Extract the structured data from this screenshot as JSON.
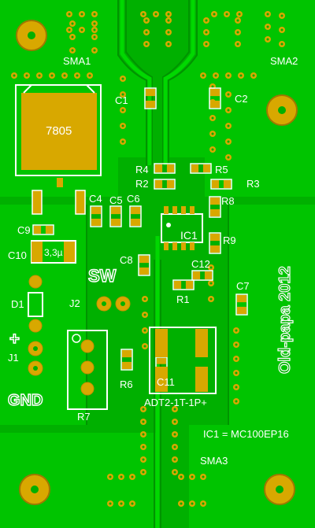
{
  "labels": {
    "sma1": "SMA1",
    "sma2": "SMA2",
    "sma3": "SMA3",
    "reg": "7805",
    "c1a": "C1",
    "c2": "C2",
    "r4": "R4",
    "r5": "R5",
    "r2": "R2",
    "r3": "R3",
    "c4": "C4",
    "c5": "C5",
    "c6": "C6",
    "r8": "R8",
    "c9": "C9",
    "ic1": "IC1",
    "r9": "R9",
    "c10": "C10",
    "cap33": "3,3µ",
    "c8": "C8",
    "c12": "C12",
    "sw": "SW",
    "d1": "D1",
    "j2": "J2",
    "r1": "R1",
    "c7": "C7",
    "plus": "+",
    "j1": "J1",
    "r6": "R6",
    "c11": "C11",
    "gnd": "GND",
    "r7": "R7",
    "adt": "ADT2-1T-1P+",
    "ic1note": "IC1 = MC100EP16",
    "author": "Old-papa 2012"
  },
  "colors": {
    "board": "#00b400",
    "copper": "#00cc00",
    "pad": "#d8a800",
    "silk": "#ffffff"
  }
}
